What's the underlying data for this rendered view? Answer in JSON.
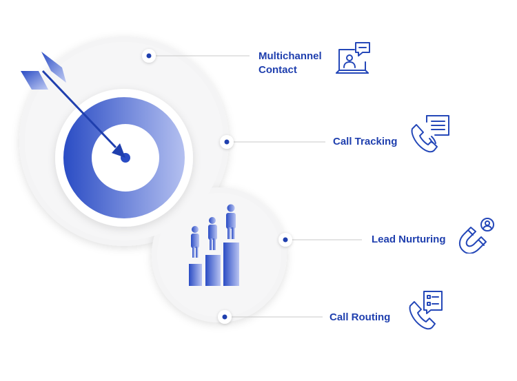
{
  "colors": {
    "primary": "#2447b8",
    "dark": "#1f3fae",
    "light": "#a7b6ef",
    "connector": "#c8c8c8",
    "surface": "#f4f4f5"
  },
  "items": [
    {
      "line1": "Multichannel",
      "line2": "Contact",
      "icon": "laptop-user-chat-icon"
    },
    {
      "line1": "Call Tracking",
      "icon": "phone-document-icon"
    },
    {
      "line1": "Lead Nurturing",
      "icon": "magnet-user-icon"
    },
    {
      "line1": "Call Routing",
      "icon": "phone-checklist-icon"
    }
  ]
}
